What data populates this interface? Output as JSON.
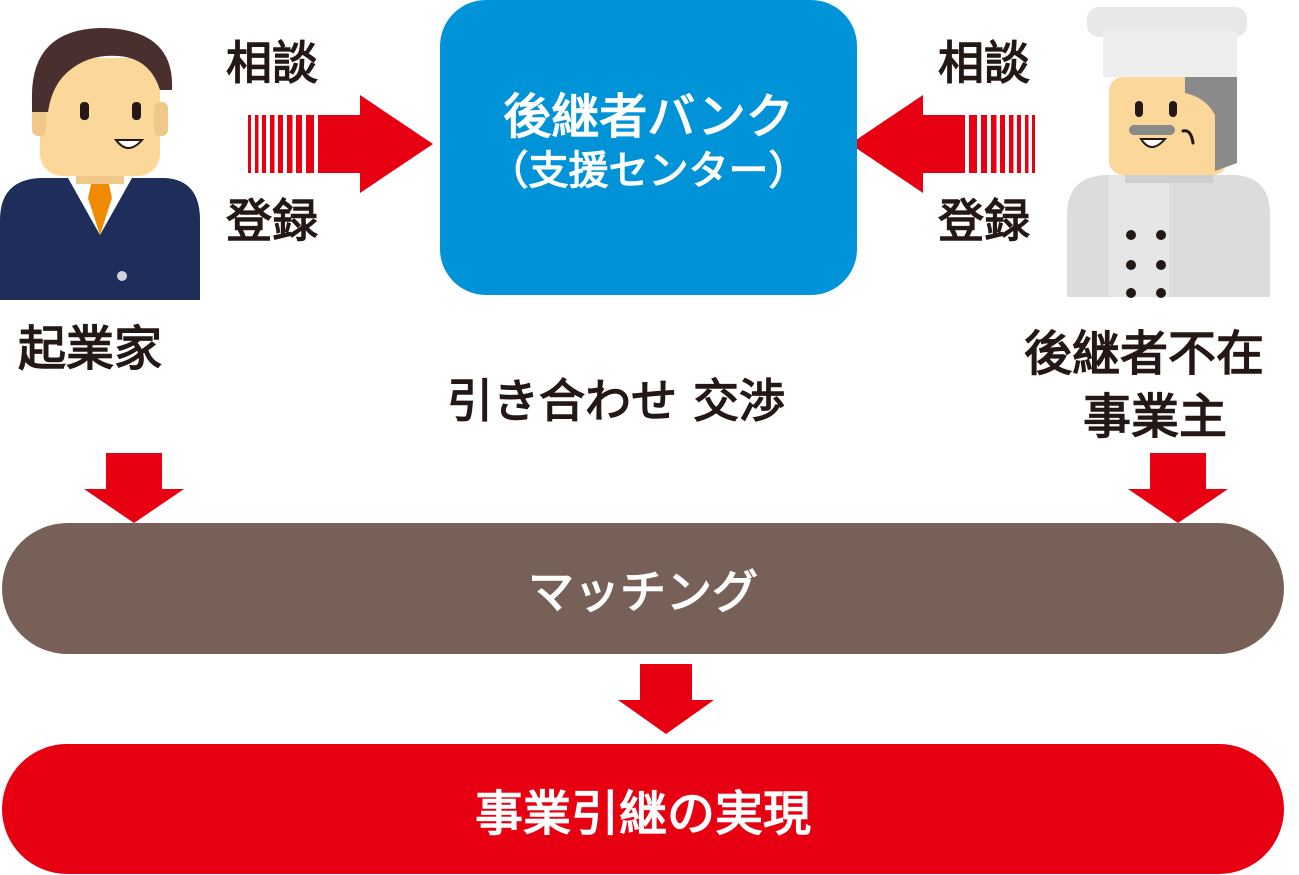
{
  "left_party": {
    "label": "起業家",
    "consult_label": "相談",
    "register_label": "登録"
  },
  "right_party": {
    "label_line1": "後継者不在",
    "label_line2": "事業主",
    "consult_label": "相談",
    "register_label": "登録"
  },
  "center": {
    "title": "後継者バンク",
    "subtitle": "（支援センター）"
  },
  "negotiation_label": "引き合わせ 交渉",
  "matching_label": "マッチング",
  "result_label": "事業引継の実現",
  "colors": {
    "center_blue": "#0093d8",
    "arrow_red": "#e60012",
    "matching_brown": "#766058",
    "text_dark": "#231815"
  },
  "icons": {
    "left_person": "businessman-icon",
    "right_person": "chef-icon"
  }
}
